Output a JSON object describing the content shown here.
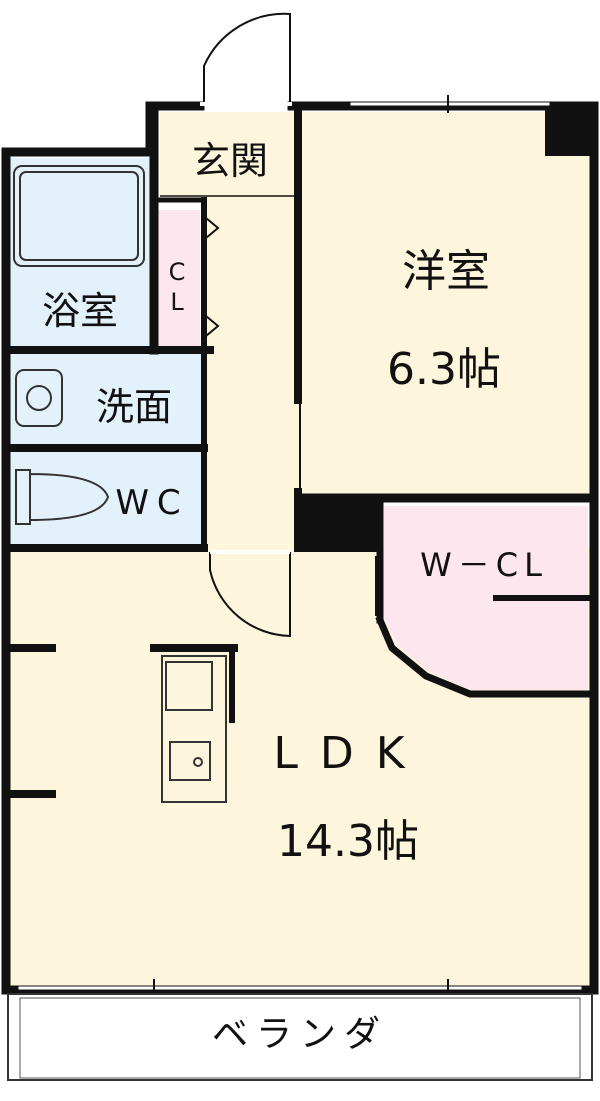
{
  "rooms": {
    "genkan": "玄関",
    "yoshitsu": "洋室",
    "yoshitsu_size": "6.3帖",
    "yokushitsu": "浴室",
    "cl_top": "C",
    "cl_bottom": "L",
    "senmen": "洗面",
    "wc": "WC",
    "wcl": "W－CL",
    "ldk": "LDK",
    "ldk_size": "14.3帖",
    "veranda": "ベランダ"
  },
  "colors": {
    "floor": "#fdf6dc",
    "wet_area": "#e3f1fb",
    "closet": "#fde6ee",
    "wall": "#111111"
  }
}
